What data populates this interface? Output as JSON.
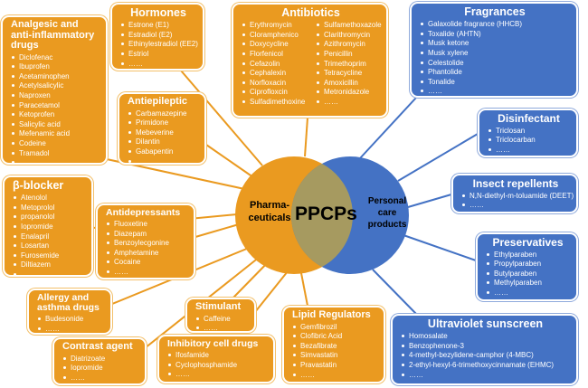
{
  "center": {
    "left_label": "Pharma-\nceuticals",
    "middle_label": "PPCPs",
    "right_label": "Personal\ncare\nproducts"
  },
  "colors": {
    "pharma": "#ea9a20",
    "personal": "#4472c4",
    "overlap": "#a69a60",
    "connector_orange": "#ea9a20",
    "connector_blue": "#4472c4"
  },
  "pharma_groups": {
    "analgesic": {
      "title": "Analgesic and anti-inflammatory drugs",
      "items": [
        "Diclofenac",
        "Ibuprofen",
        "Acetaminophen",
        "Acetylsalicylic",
        "Naproxen",
        "Paracetamol",
        "Ketoprofen",
        "Salicylic acid",
        "Mefenamic acid",
        "Codeine",
        "Tramadol",
        "……"
      ]
    },
    "hormones": {
      "title": "Hormones",
      "items": [
        "Estrone (E1)",
        "Estradiol (E2)",
        "Ethinylestradiol (EE2)",
        "Estriol",
        "……"
      ]
    },
    "antibiotics": {
      "title": "Antibiotics",
      "items": [
        "Erythromycin",
        "Cloramphenico",
        "Doxycycline",
        "Florfenicol",
        "Cefazolin",
        "Cephalexin",
        "Norfloxacin",
        "Ciprofloxcin",
        "Sulfadimethoxine",
        "Sulfamethoxazole",
        "Clarithromycin",
        "Azithromycin",
        "Penicillin",
        "Trimethoprim",
        "Tetracycline",
        "Amoxicillin",
        "Metronidazole",
        "……"
      ]
    },
    "antiepileptic": {
      "title": "Antiepileptic",
      "items": [
        "Carbamazepine",
        "Primidone",
        "Mebeverine",
        "Dilantin",
        "Gabapentin",
        "……"
      ]
    },
    "beta_blocker": {
      "title": "β-blocker",
      "items": [
        "Atenolol",
        "Metoprolol",
        "propanolol",
        "Iopromide",
        "Enalapril",
        "Losartan",
        "Furosemide",
        "Diltiazem",
        "……"
      ]
    },
    "antidepressants": {
      "title": "Antidepressants",
      "items": [
        "Fluoxetine",
        "Diazepam",
        "Benzoylecgonine",
        "Amphetamine",
        "Cocaine",
        "……"
      ]
    },
    "allergy": {
      "title": "Allergy and asthma drugs",
      "items": [
        "Budesonide",
        "……"
      ]
    },
    "stimulant": {
      "title": "Stimulant",
      "items": [
        "Caffeine",
        "……"
      ]
    },
    "lipid": {
      "title": "Lipid Regulators",
      "items": [
        "Gemfibrozil",
        "Clofibric Acid",
        "Bezafibrate",
        "Simvastatin",
        "Pravastatin",
        "……"
      ]
    },
    "contrast": {
      "title": "Contrast agent",
      "items": [
        "Diatrizoate",
        "Iopromide",
        "……"
      ]
    },
    "inhibitory": {
      "title": "Inhibitory cell drugs",
      "items": [
        "Ifosfamide",
        "Cyclophosphamide",
        "……"
      ]
    }
  },
  "personal_groups": {
    "fragrances": {
      "title": "Fragrances",
      "items": [
        "Galaxolide fragrance (HHCB)",
        "Toxalide (AHTN)",
        "Musk ketone",
        "Musk xylene",
        "Celestolide",
        "Phantolide",
        "Tonalide",
        "……"
      ]
    },
    "disinfectant": {
      "title": "Disinfectant",
      "items": [
        "Triclosan",
        "Triclocarban",
        "……"
      ]
    },
    "insect": {
      "title": "Insect repellents",
      "items": [
        "N,N-diethyl-m-toluamide (DEET)",
        "……"
      ]
    },
    "preservatives": {
      "title": "Preservatives",
      "items": [
        "Ethylparaben",
        "Propylparaben",
        "Butylparaben",
        "Methylparaben",
        "……"
      ]
    },
    "uv": {
      "title": "Ultraviolet sunscreen",
      "items": [
        "Homosalate",
        "Benzophenone-3",
        "4-methyl-bezylidene-camphor (4-MBC)",
        "2-ethyl-hexyl-6-trimethoxycinnamate (EHMC)",
        "……"
      ]
    }
  }
}
